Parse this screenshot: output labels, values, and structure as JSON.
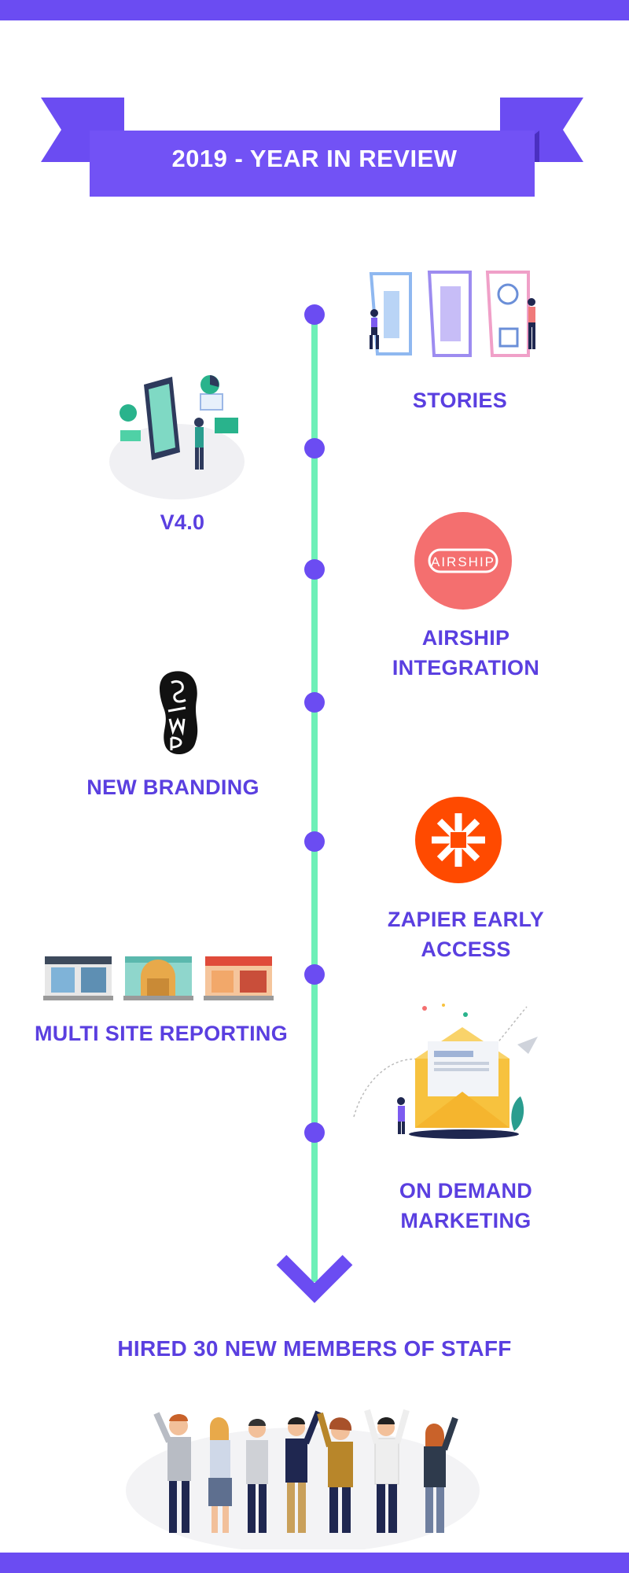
{
  "banner": {
    "title": "2019 - YEAR IN REVIEW"
  },
  "milestones": [
    {
      "label": "STORIES",
      "side": "right",
      "illustration": "stories-illustration"
    },
    {
      "label": "V4.0",
      "side": "left",
      "illustration": "mobile-app-illustration"
    },
    {
      "label": "AIRSHIP INTEGRATION",
      "side": "right",
      "illustration": "airship-logo",
      "logo_text": "AIRSHIP"
    },
    {
      "label": "NEW BRANDING",
      "side": "left",
      "illustration": "stampede-logo"
    },
    {
      "label": "ZAPIER EARLY ACCESS",
      "side": "right",
      "illustration": "zapier-logo"
    },
    {
      "label": "MULTI SITE REPORTING",
      "side": "left",
      "illustration": "storefronts-illustration"
    },
    {
      "label": "ON DEMAND MARKETING",
      "side": "right",
      "illustration": "email-marketing-illustration"
    }
  ],
  "footer": {
    "headline": "HIRED 30 NEW MEMBERS OF STAFF",
    "illustration": "celebrating-staff-illustration"
  },
  "colors": {
    "accent": "#6b4cf2",
    "timeline": "#6ef0b8",
    "text": "#5a3fe0",
    "airship": "#f46f6f",
    "zapier": "#ff4a00"
  }
}
